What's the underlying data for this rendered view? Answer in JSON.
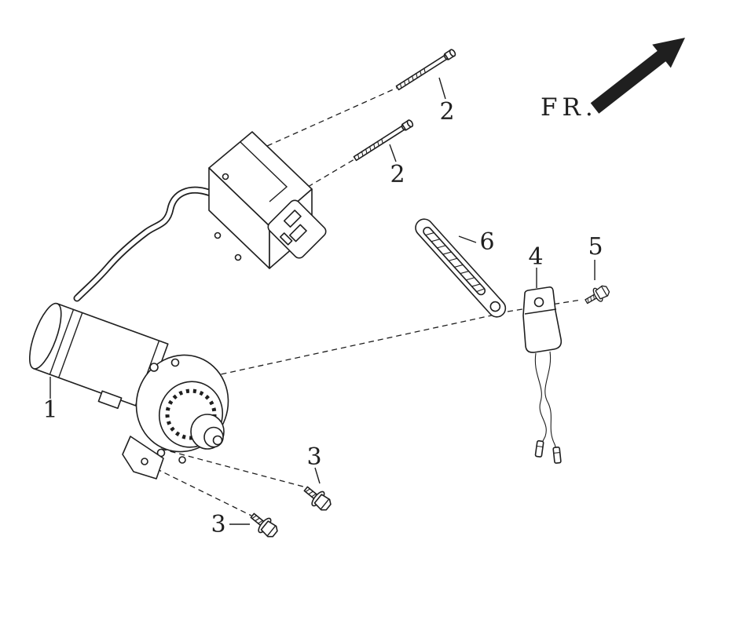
{
  "diagram": {
    "direction_indicator": "FR.",
    "labels": {
      "part1": "1",
      "part2_upper": "2",
      "part2_lower": "2",
      "part3_right": "3",
      "part3_left": "3",
      "part4": "4",
      "part5": "5",
      "part6": "6"
    },
    "colors": {
      "line_color": "#1f1f1f",
      "background": "#ffffff"
    }
  }
}
